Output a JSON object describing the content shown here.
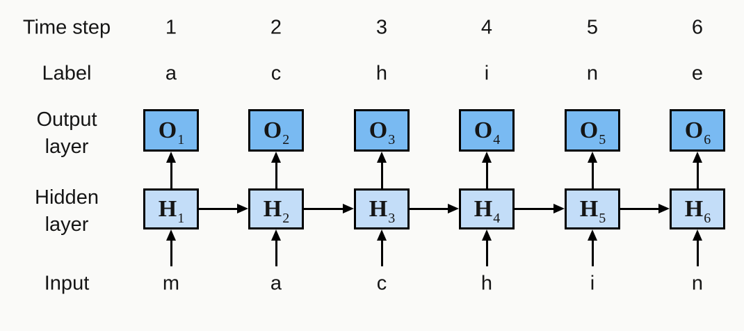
{
  "figure": {
    "title": "rnn-character-unrolled-diagram",
    "row_labels": {
      "time_step": "Time step",
      "label": "Label",
      "output_layer": "Output\nlayer",
      "hidden_layer": "Hidden\nlayer",
      "input": "Input"
    },
    "columns": [
      {
        "time_step": "1",
        "label": "a",
        "output_var": "O",
        "output_sub": "1",
        "hidden_var": "H",
        "hidden_sub": "1",
        "input": "m"
      },
      {
        "time_step": "2",
        "label": "c",
        "output_var": "O",
        "output_sub": "2",
        "hidden_var": "H",
        "hidden_sub": "2",
        "input": "a"
      },
      {
        "time_step": "3",
        "label": "h",
        "output_var": "O",
        "output_sub": "3",
        "hidden_var": "H",
        "hidden_sub": "3",
        "input": "c"
      },
      {
        "time_step": "4",
        "label": "i",
        "output_var": "O",
        "output_sub": "4",
        "hidden_var": "H",
        "hidden_sub": "4",
        "input": "h"
      },
      {
        "time_step": "5",
        "label": "n",
        "output_var": "O",
        "output_sub": "5",
        "hidden_var": "H",
        "hidden_sub": "5",
        "input": "i"
      },
      {
        "time_step": "6",
        "label": "e",
        "output_var": "O",
        "output_sub": "6",
        "hidden_var": "H",
        "hidden_sub": "6",
        "input": "n"
      }
    ]
  },
  "colors": {
    "background": "#FAFAF8",
    "output_box_fill": "#79BAF2",
    "hidden_box_fill": "#C3DDF8",
    "box_border": "#000000",
    "arrow": "#000000",
    "text": "#151515"
  }
}
